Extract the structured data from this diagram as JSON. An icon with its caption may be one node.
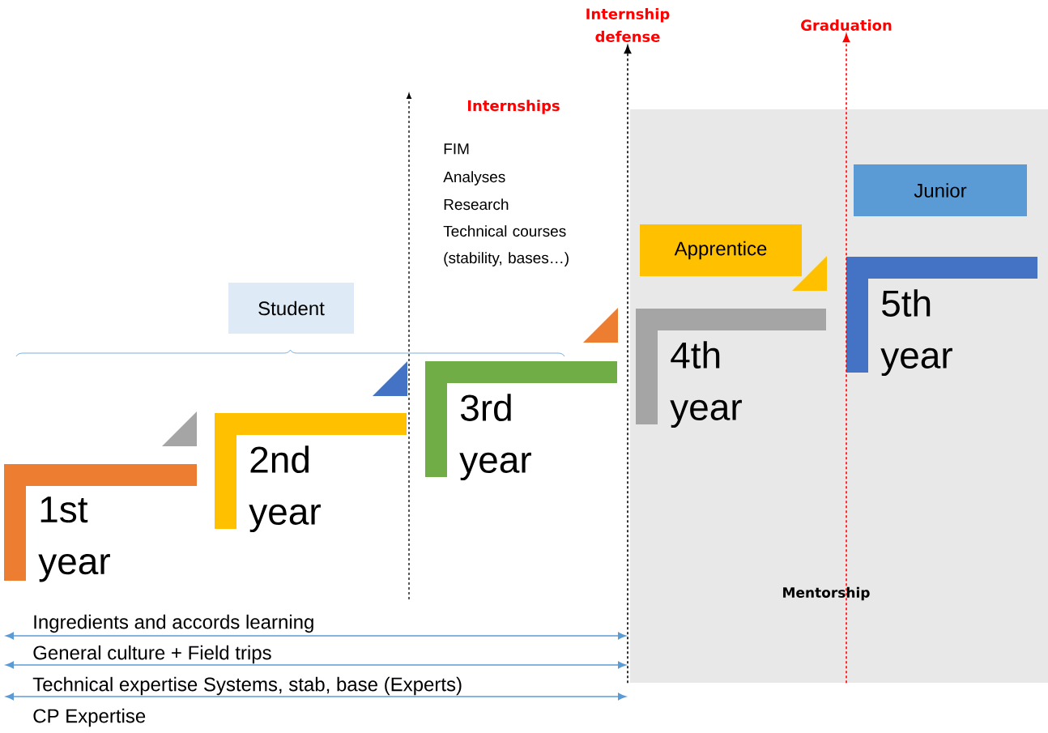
{
  "diagram": {
    "nodes": [
      {
        "text": [
          "Internship defense"
        ]
      },
      {
        "text": [
          "Graduation"
        ]
      },
      {
        "text": [
          "Internships"
        ]
      },
      {
        "text": [
          "Student"
        ]
      },
      {
        "text": [
          "Mentorship"
        ]
      },
      {
        "text": [
          "Apprentice"
        ],
        "in": 4
      },
      {
        "text": [
          "Junior"
        ],
        "in": 4
      },
      {
        "text": [
          "1st year"
        ]
      },
      {
        "text": [
          "2nd year"
        ]
      },
      {
        "text": [
          "3rd year"
        ]
      },
      {
        "text": [
          "4th year"
        ],
        "in": 4
      },
      {
        "text": [
          "5th year"
        ],
        "in": 4
      }
    ],
    "edges": [
      {
        "from": 4,
        "to": 0,
        "arrow": "to",
        "style": "dashed"
      },
      {
        "from": 4,
        "to": 1,
        "arrow": "to",
        "style": "dashed",
        "color": "#ff0000"
      }
    ],
    "labels": [
      "FIM",
      "Analyses",
      "Research",
      "Technical courses (stability, bases…)",
      "Ingredients and accords learning",
      "General culture + Field trips",
      "Technical expertise Systems, stab, base (Experts)",
      "CP Expertise"
    ]
  }
}
